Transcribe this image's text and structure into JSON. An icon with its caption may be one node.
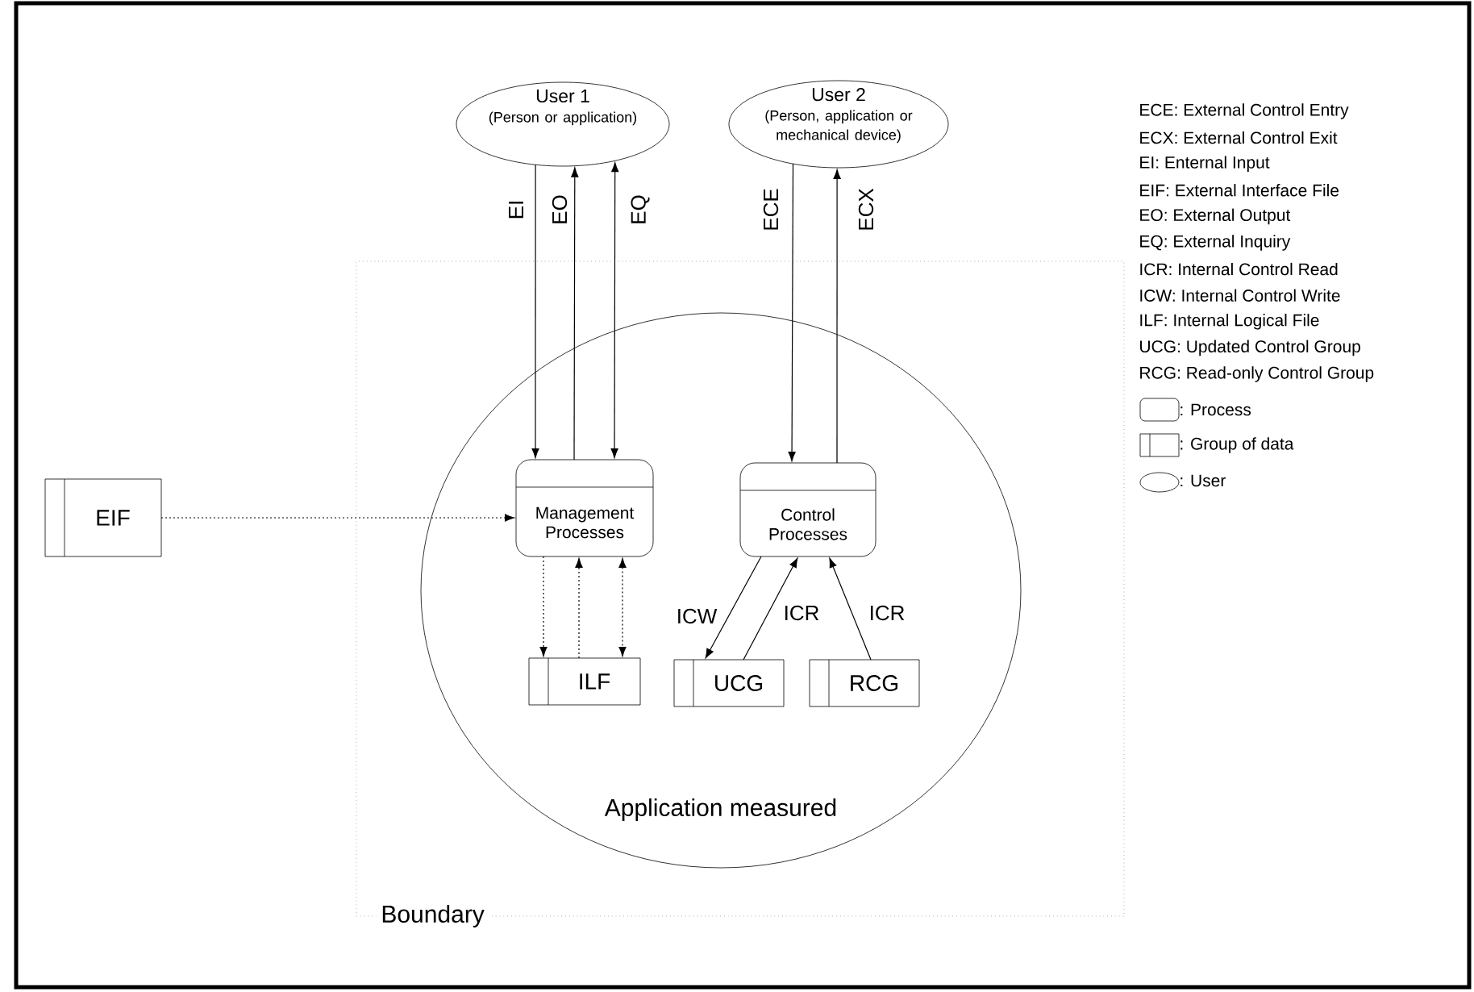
{
  "diagram": {
    "nodes": [
      {
        "text": [
          "Boundary"
        ]
      },
      {
        "text": [
          "Application measured"
        ],
        "in": 0
      },
      {
        "text": [
          "User 1",
          "(Person or application)"
        ]
      },
      {
        "text": [
          "User 2",
          "(Person, application or mechanical device)"
        ]
      },
      {
        "text": [
          "Management Processes"
        ],
        "in": 1
      },
      {
        "text": [
          "Control Processes"
        ],
        "in": 1
      },
      {
        "text": [
          "ILF"
        ],
        "in": 1
      },
      {
        "text": [
          "UCG"
        ],
        "in": 1
      },
      {
        "text": [
          "RCG"
        ],
        "in": 1
      },
      {
        "text": [
          "EIF"
        ]
      }
    ],
    "edges": [
      {
        "from": 2,
        "to": 4,
        "arrow": "to",
        "label": "EI"
      },
      {
        "from": 4,
        "to": 2,
        "arrow": "to",
        "label": "EO"
      },
      {
        "from": 2,
        "to": 4,
        "arrow": "both",
        "label": "EQ"
      },
      {
        "from": 3,
        "to": 5,
        "arrow": "to",
        "label": "ECE"
      },
      {
        "from": 5,
        "to": 3,
        "arrow": "to",
        "label": "ECX"
      },
      {
        "from": 9,
        "to": 4,
        "arrow": "to",
        "style": "dashed"
      },
      {
        "from": 4,
        "to": 6,
        "arrow": "to",
        "style": "dashed"
      },
      {
        "from": 6,
        "to": 4,
        "arrow": "to",
        "style": "dashed"
      },
      {
        "from": 4,
        "to": 6,
        "arrow": "both",
        "style": "dashed"
      },
      {
        "from": 5,
        "to": 7,
        "arrow": "to",
        "label": "ICW"
      },
      {
        "from": 7,
        "to": 5,
        "arrow": "to",
        "label": "ICR"
      },
      {
        "from": 8,
        "to": 5,
        "arrow": "to",
        "label": "ICR"
      }
    ],
    "labels": [
      "ECE: External Control Entry",
      "ECX: External Control Exit",
      "EI: Enternal Input",
      "EIF: External Interface File",
      "EO: External Output",
      "EQ: External Inquiry",
      "ICR: Internal Control Read",
      "ICW: Internal Control Write",
      "ILF: Internal Logical File",
      "UCG: Updated Control Group",
      "RCG: Read-only Control Group"
    ],
    "legend": [
      {
        "text": ": Process"
      },
      {
        "text": ": Group of data"
      },
      {
        "text": ": User"
      }
    ]
  }
}
